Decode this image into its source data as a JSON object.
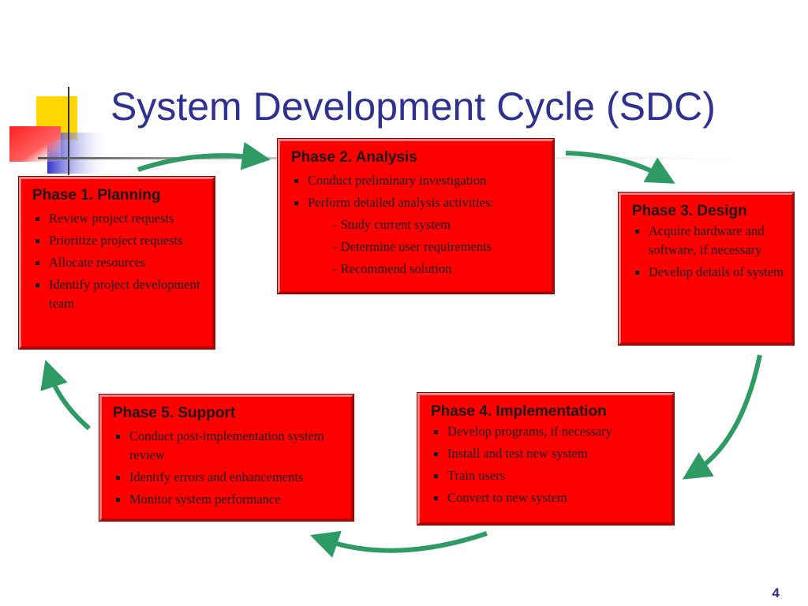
{
  "slide": {
    "title": "System Development Cycle (SDC)",
    "number": "4"
  },
  "colors": {
    "title": "#2e3192",
    "box_fill": "#ff0000",
    "arrow": "#2e9a64",
    "accent_yellow": "#ffd700",
    "accent_blue": "#3333cc"
  },
  "phases": [
    {
      "title": "Phase 1. Planning",
      "items": [
        "Review project requests",
        "Prioritize project requests",
        "Allocate resources",
        "Identify project development team"
      ]
    },
    {
      "title": "Phase 2. Analysis",
      "items": [
        "Conduct preliminary investigation",
        "Perform detailed analysis activities:"
      ],
      "subitems": [
        "- Study current system",
        "- Determine user requirements",
        "- Recommend solution"
      ]
    },
    {
      "title": "Phase 3. Design",
      "items": [
        "Acquire hardware and software, if necessary",
        "Develop details of system"
      ]
    },
    {
      "title": "Phase 4. Implementation",
      "items": [
        "Develop programs, if necessary",
        "Install and test new system",
        "Train users",
        "Convert to new system"
      ]
    },
    {
      "title": "Phase 5. Support",
      "items": [
        "Conduct post-implementation system review",
        "Identify errors and enhancements",
        "Monitor system performance"
      ]
    }
  ]
}
